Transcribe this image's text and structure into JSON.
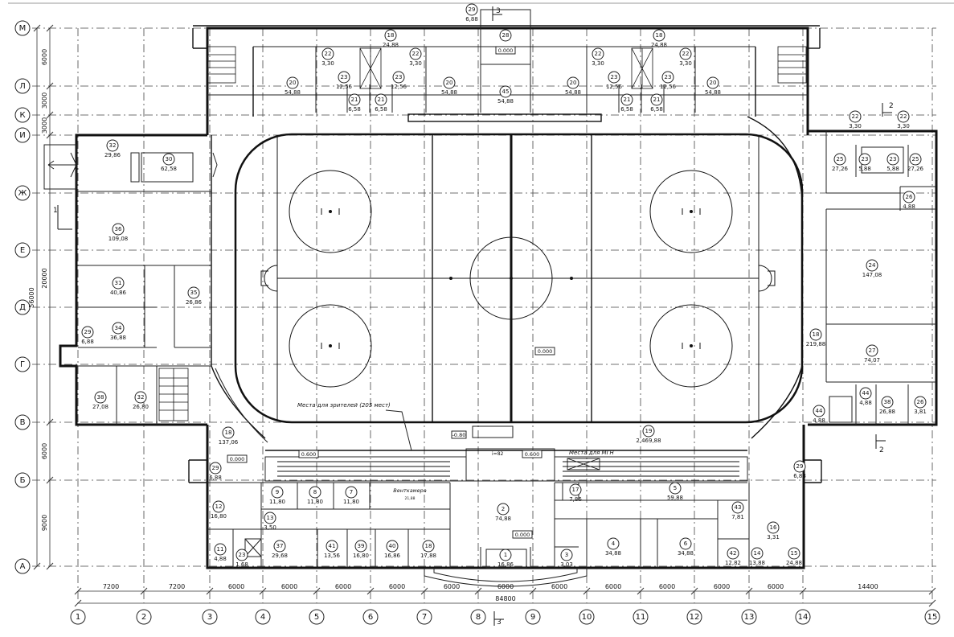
{
  "axes": {
    "letters": [
      "М",
      "Л",
      "К",
      "И",
      "Ж",
      "Е",
      "Д",
      "Г",
      "В",
      "Б",
      "А"
    ],
    "numbers": [
      "1",
      "2",
      "3",
      "4",
      "5",
      "6",
      "7",
      "8",
      "9",
      "10",
      "11",
      "12",
      "13",
      "14",
      "15"
    ]
  },
  "dimensions": {
    "vertical": [
      "6000",
      "3000",
      "3000",
      "20000",
      "6000",
      "9000"
    ],
    "total_vertical": "56000",
    "horizontal": [
      "7200",
      "7200",
      "6000",
      "6000",
      "6000",
      "6000",
      "6000",
      "6000",
      "6000",
      "6000",
      "6000",
      "6000",
      "6000",
      "14400"
    ],
    "total_horizontal": "84800"
  },
  "rooms": [
    {
      "num": "29",
      "area": "6,88"
    },
    {
      "num": "28",
      "area": ""
    },
    {
      "num": "18",
      "area": "24,88"
    },
    {
      "num": "18",
      "area": "24,88"
    },
    {
      "num": "22",
      "area": "3,30"
    },
    {
      "num": "22",
      "area": "3,30"
    },
    {
      "num": "22",
      "area": "3,30"
    },
    {
      "num": "22",
      "area": "3,30"
    },
    {
      "num": "23",
      "area": "12,56"
    },
    {
      "num": "23",
      "area": "12,56"
    },
    {
      "num": "23",
      "area": "12,56"
    },
    {
      "num": "23",
      "area": "12,56"
    },
    {
      "num": "20",
      "area": "54,88"
    },
    {
      "num": "20",
      "area": "54,88"
    },
    {
      "num": "20",
      "area": "54,88"
    },
    {
      "num": "20",
      "area": "54,88"
    },
    {
      "num": "21",
      "area": "6,58"
    },
    {
      "num": "21",
      "area": "6,58"
    },
    {
      "num": "21",
      "area": "6,58"
    },
    {
      "num": "21",
      "area": "6,58"
    },
    {
      "num": "45",
      "area": "54,88"
    },
    {
      "num": "32",
      "area": "29,86"
    },
    {
      "num": "30",
      "area": "62,58"
    },
    {
      "num": "36",
      "area": "109,08"
    },
    {
      "num": "31",
      "area": "40,86"
    },
    {
      "num": "35",
      "area": "26,86"
    },
    {
      "num": "29",
      "area": "6,88"
    },
    {
      "num": "34",
      "area": "36,88"
    },
    {
      "num": "38",
      "area": "27,08"
    },
    {
      "num": "32",
      "area": "26,80"
    },
    {
      "num": "22",
      "area": "3,30"
    },
    {
      "num": "22",
      "area": "3,30"
    },
    {
      "num": "25",
      "area": "27,26"
    },
    {
      "num": "23",
      "area": "5,88"
    },
    {
      "num": "23",
      "area": "5,88"
    },
    {
      "num": "25",
      "area": "27,26"
    },
    {
      "num": "26",
      "area": "4,88"
    },
    {
      "num": "24",
      "area": "147,08"
    },
    {
      "num": "18",
      "area": "219,88"
    },
    {
      "num": "27",
      "area": "74,07"
    },
    {
      "num": "44",
      "area": "4,88"
    },
    {
      "num": "44",
      "area": "4,88"
    },
    {
      "num": "38",
      "area": "26,88"
    },
    {
      "num": "26",
      "area": "3,81"
    },
    {
      "num": "19",
      "area": "2,469,88"
    },
    {
      "num": "18",
      "area": "137,06"
    },
    {
      "num": "29",
      "area": "6,88"
    },
    {
      "num": "9",
      "area": "11,80"
    },
    {
      "num": "8",
      "area": "11,80"
    },
    {
      "num": "7",
      "area": "11,80"
    },
    {
      "num": "12",
      "area": "16,80"
    },
    {
      "num": "13",
      "area": "3,50"
    },
    {
      "num": "11",
      "area": "4,88"
    },
    {
      "num": "23",
      "area": "1,68"
    },
    {
      "num": "37",
      "area": "29,68"
    },
    {
      "num": "41",
      "area": "13,56"
    },
    {
      "num": "39",
      "area": "16,80"
    },
    {
      "num": "40",
      "area": "16,86"
    },
    {
      "num": "18",
      "area": "17,88"
    },
    {
      "num": "2",
      "area": "74,88"
    },
    {
      "num": "1",
      "area": "16,86"
    },
    {
      "num": "3",
      "area": "3,03"
    },
    {
      "num": "17",
      "area": "7,86"
    },
    {
      "num": "5",
      "area": "59,88"
    },
    {
      "num": "4",
      "area": "34,88"
    },
    {
      "num": "6",
      "area": "34,88"
    },
    {
      "num": "43",
      "area": "7,81"
    },
    {
      "num": "42",
      "area": "12,82"
    },
    {
      "num": "16",
      "area": "3,31"
    },
    {
      "num": "14",
      "area": "13,88"
    },
    {
      "num": "15",
      "area": "24,88"
    },
    {
      "num": "29",
      "area": "6,88"
    }
  ],
  "levels": {
    "rink_level": "0.000",
    "upper_entry": "0.000",
    "left_lobby": "0.000",
    "stands_left": "0.600",
    "stands_right": "0.600",
    "hall": "0.000",
    "bench_mark": "-0.80",
    "small_mark": "i=82"
  },
  "labels": {
    "spectator_seats": "Места для зрителей (205 мест)",
    "disabled_seats": "Места для МГН",
    "ventilation": "Венткамера",
    "vent_area": "21,88",
    "section_1": "1",
    "section_2": "2",
    "section_3": "3"
  }
}
